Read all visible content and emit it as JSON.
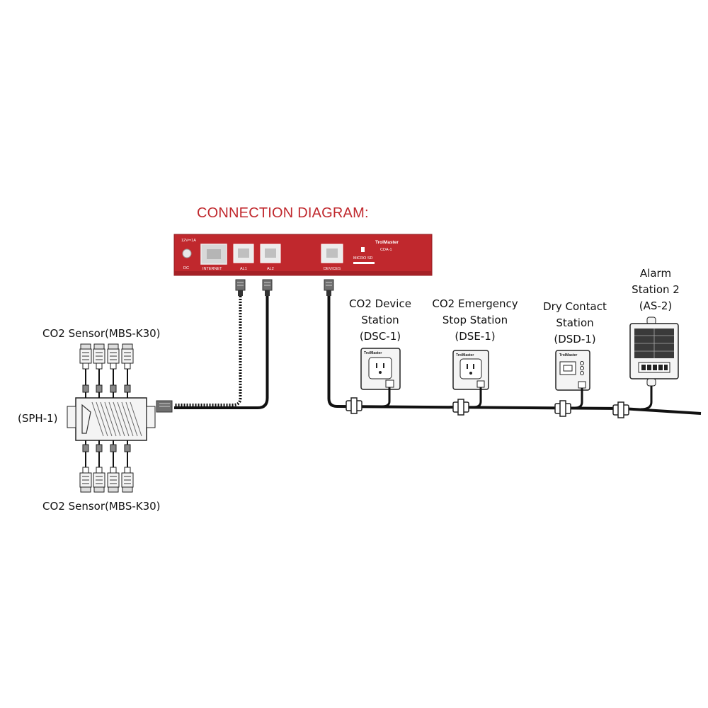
{
  "title": "CONNECTION DIAGRAM:",
  "colors": {
    "accent": "#c0282d",
    "cable": "#111111",
    "device_body": "#f4f4f4"
  },
  "controller": {
    "brand": "TrolMaster",
    "model": "CDA-1",
    "power_rating": "12V⎓1A",
    "ports": {
      "dc": "DC",
      "internet": "INTERNET",
      "al1": "AL1",
      "al2": "AL2",
      "micro_sd": "MICRO SD",
      "devices": "DEVICES"
    }
  },
  "sensors": {
    "top_label": "CO2 Sensor(MBS-K30)",
    "bottom_label": "CO2 Sensor(MBS-K30)",
    "hub_label": "(SPH-1)"
  },
  "stations": [
    {
      "lines": [
        "CO2 Device",
        "Station",
        "(DSC-1)"
      ],
      "brand": "TrolMaster"
    },
    {
      "lines": [
        "CO2 Emergency",
        "Stop Station",
        "(DSE-1)"
      ],
      "brand": "TrolMaster"
    },
    {
      "lines": [
        "Dry Contact",
        "Station",
        "(DSD-1)"
      ],
      "brand": "TrolMaster"
    },
    {
      "lines": [
        "Alarm",
        "Station 2",
        "(AS-2)"
      ]
    }
  ]
}
